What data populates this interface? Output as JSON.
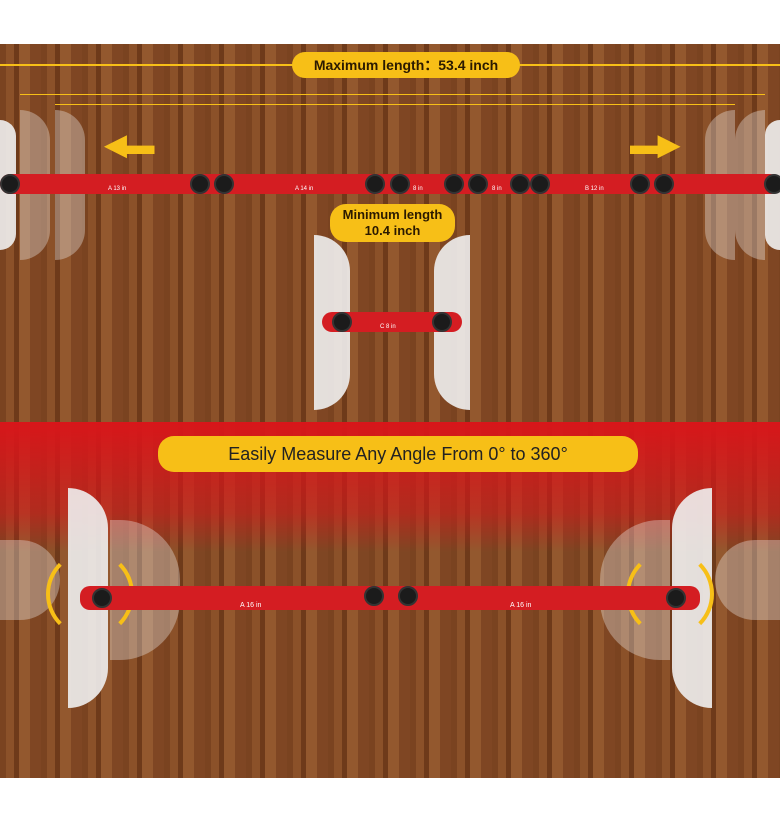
{
  "max_length": {
    "label": "Maximum length：53.4 inch"
  },
  "min_length": {
    "line1": "Minimum length",
    "line2": "10.4 inch"
  },
  "angle_banner": "Easily Measure Any Angle From 0° to 360°",
  "long_bar_labels": [
    "A 13 in",
    "A 14 in",
    "8 in",
    "8 in",
    "B 12 in"
  ],
  "short_bar_label": "C 8 in",
  "bottom_bar_labels": [
    "A 16 in",
    "A 16 in"
  ],
  "colors": {
    "accent": "#f7bf17",
    "bar": "#d41d22"
  }
}
